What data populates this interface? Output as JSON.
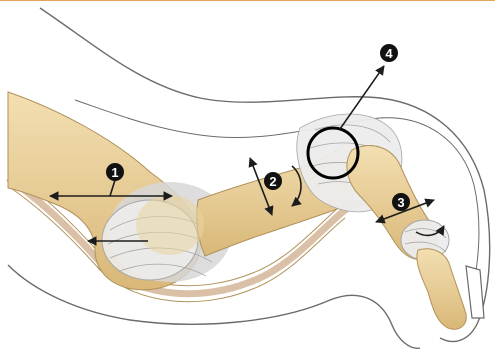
{
  "header": {
    "rule_color": "#e3a35a"
  },
  "colors": {
    "background": "#ffffff",
    "skin_outline": "#6b6b6b",
    "bone": "#ecd4a0",
    "bone_shade": "#d8b97c",
    "bone_outline": "#b0925a",
    "cartilage": "#d7d7d7",
    "ligament": "#ececec",
    "ligament_line": "#a6a6a6",
    "tendon": "#d9c0a6",
    "arrow": "#1c1c1c",
    "badge_fill": "#111111",
    "badge_text": "#ffffff",
    "circle_stroke": "#000000"
  },
  "callouts": [
    {
      "id": "1",
      "label": "1"
    },
    {
      "id": "2",
      "label": "2"
    },
    {
      "id": "3",
      "label": "3"
    },
    {
      "id": "4",
      "label": "4"
    }
  ]
}
